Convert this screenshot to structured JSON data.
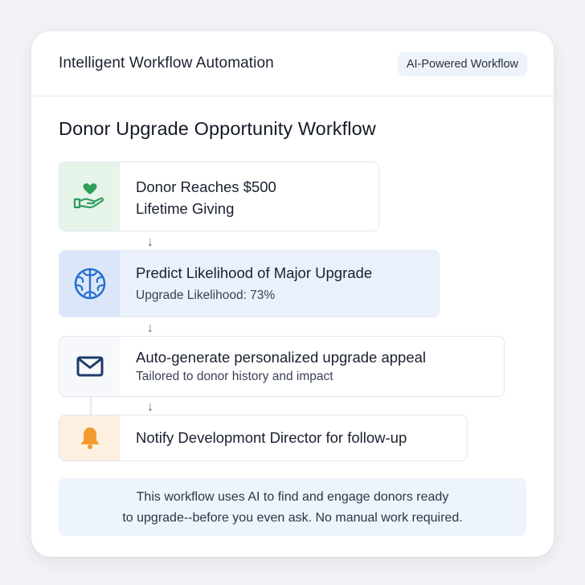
{
  "header": {
    "title": "Intelligent Workflow Automation",
    "badge": "AI-Powered Workflow"
  },
  "workflow": {
    "title": "Donor Upgrade Opportunity Workflow",
    "steps": [
      {
        "icon": "heart-hand-icon",
        "line1": "Donor Reaches $500",
        "line2": "Lifetime Giving"
      },
      {
        "icon": "brain-icon",
        "title": "Predict Likelihood of Major Upgrade",
        "subtitle": "Upgrade Likelihood: 73%"
      },
      {
        "icon": "envelope-icon",
        "title": "Auto-generate personalized upgrade appeal",
        "subtitle": "Tailored to donor history and impact"
      },
      {
        "icon": "bell-icon",
        "title": "Notify Developmont Director for follow-up"
      }
    ],
    "arrow": "↓"
  },
  "footer_note": {
    "line1": "This workflow uses AI to find and engage donors ready",
    "line2": "to upgrade--before you even ask. No manual work required."
  },
  "colors": {
    "green_icon": "#2e9e5b",
    "blue_icon": "#2a6fd0",
    "navy_icon": "#1f3a68",
    "orange_icon": "#f39a2f"
  }
}
